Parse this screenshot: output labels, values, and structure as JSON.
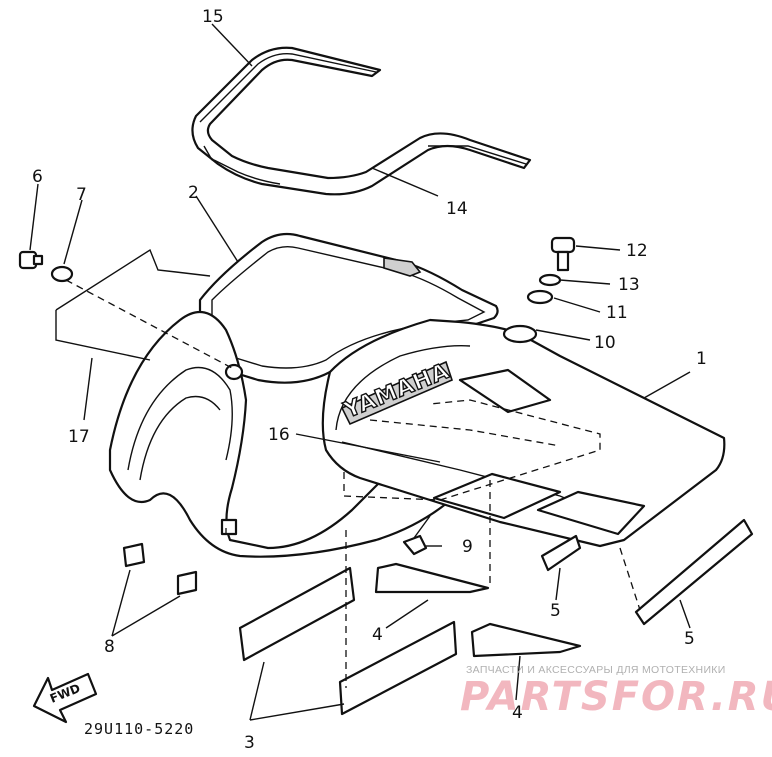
{
  "diagram": {
    "callouts": [
      {
        "id": "1",
        "label": "1"
      },
      {
        "id": "2",
        "label": "2"
      },
      {
        "id": "3",
        "label": "3"
      },
      {
        "id": "4a",
        "label": "4"
      },
      {
        "id": "4b",
        "label": "4"
      },
      {
        "id": "5a",
        "label": "5"
      },
      {
        "id": "5b",
        "label": "5"
      },
      {
        "id": "6",
        "label": "6"
      },
      {
        "id": "7",
        "label": "7"
      },
      {
        "id": "8",
        "label": "8"
      },
      {
        "id": "9",
        "label": "9"
      },
      {
        "id": "10",
        "label": "10"
      },
      {
        "id": "11",
        "label": "11"
      },
      {
        "id": "12",
        "label": "12"
      },
      {
        "id": "13",
        "label": "13"
      },
      {
        "id": "14",
        "label": "14"
      },
      {
        "id": "15",
        "label": "15"
      },
      {
        "id": "16",
        "label": "16"
      },
      {
        "id": "17",
        "label": "17"
      }
    ],
    "brand_decal": "YAMAHA",
    "direction_label": "FWD",
    "drawing_code": "29U110-5220"
  },
  "watermark": {
    "tagline": "ЗАПЧАСТИ И АКСЕССУАРЫ ДЛЯ МОТОТЕХНИКИ",
    "brand": "PARTSFOR.RU",
    "color": "#f2b7bf"
  }
}
